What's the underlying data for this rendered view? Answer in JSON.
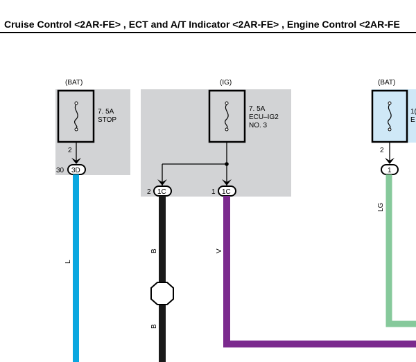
{
  "title": "Cruise Control <2AR-FE> , ECT and A/T Indicator <2AR-FE> , Engine Control <2AR-FE",
  "colors": {
    "relay_box": "#d2d3d5",
    "fuse_box_highlight": "#cfe8f7",
    "wire_L": "#0aa7e0",
    "wire_B": "#1a1a1a",
    "wire_V": "#7b2a8e",
    "wire_LG": "#86c99b"
  },
  "sources": {
    "bat_left": "(BAT)",
    "ig": "(IG)",
    "bat_right": "(BAT)"
  },
  "fuses": {
    "stop": {
      "rating": "7. 5A",
      "name": "STOP"
    },
    "ecu_ig2": {
      "rating": "7. 5A",
      "name_line1": "ECU–IG2",
      "name_line2": "NO. 3"
    },
    "right": {
      "rating_partial": "1(",
      "name_partial": "E"
    }
  },
  "pins": {
    "stop_pin": "2",
    "stop_conn_pin": "30",
    "stop_conn": "3D",
    "ig_conn_left_pin": "2",
    "ig_conn_left": "1C",
    "ig_conn_right_pin": "1",
    "ig_conn_right": "1C",
    "right_pin": "2",
    "right_conn": "1"
  },
  "wire_labels": {
    "L": "L",
    "B_upper": "B",
    "B_lower": "B",
    "V": "V",
    "LG": "LG"
  }
}
